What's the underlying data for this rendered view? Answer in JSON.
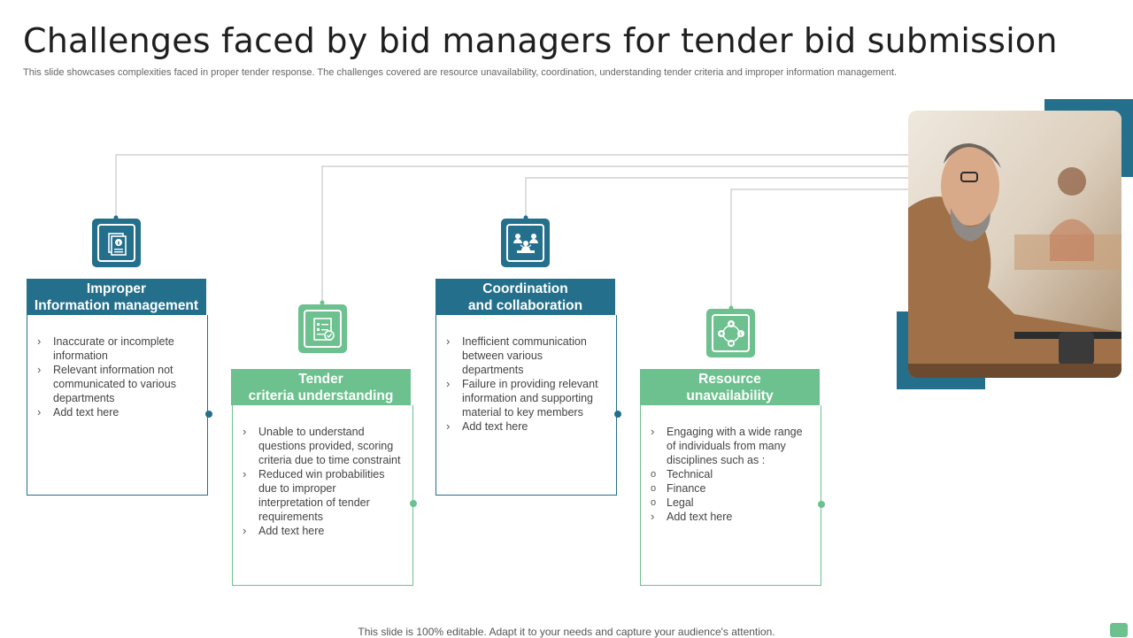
{
  "title": "Challenges faced by bid managers for tender bid submission",
  "subtitle": "This slide showcases complexities faced in proper tender response. The challenges covered are resource unavailability, coordination, understanding tender criteria and improper information management.",
  "footer": "This slide is 100% editable. Adapt it to your needs and capture your audience's attention.",
  "colors": {
    "blue": "#236f8c",
    "green": "#6cc18e"
  },
  "cards": [
    {
      "icon": "info-document-icon",
      "header": "Improper\nInformation management",
      "bullets": [
        "Inaccurate or incomplete information",
        "Relevant information not communicated to various departments",
        "Add text here"
      ]
    },
    {
      "icon": "checklist-document-icon",
      "header": "Tender\ncriteria understanding",
      "bullets": [
        "Unable to understand questions provided, scoring criteria due to time constraint",
        "Reduced win probabilities due to improper interpretation of tender requirements",
        "Add text here"
      ]
    },
    {
      "icon": "team-meeting-icon",
      "header": "Coordination\nand collaboration",
      "bullets": [
        "Inefficient communication between various departments",
        "Failure in providing relevant information and supporting material to key members",
        "Add text here"
      ]
    },
    {
      "icon": "resource-cycle-icon",
      "header": "Resource\nunavailability",
      "bullets": [
        "Engaging with a wide range of individuals from many disciplines such as :"
      ],
      "sub_bullets": [
        "Technical",
        "Finance",
        "Legal"
      ],
      "last_bullet": "Add text here"
    }
  ],
  "photo": {
    "subject": "man-working-on-laptop-photo"
  }
}
